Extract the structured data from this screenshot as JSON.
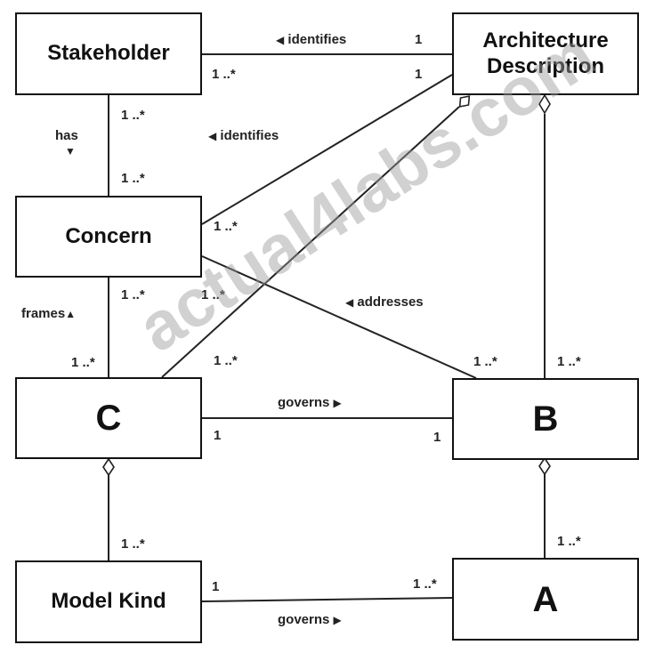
{
  "boxes": {
    "stakeholder": "Stakeholder",
    "architecture_description_line1": "Architecture",
    "architecture_description_line2": "Description",
    "concern": "Concern",
    "c": "C",
    "b": "B",
    "model_kind": "Model Kind",
    "a": "A"
  },
  "labels": {
    "identifies_top": "identifies",
    "identifies_mid": "identifies",
    "has": "has",
    "frames": "frames",
    "addresses": "addresses",
    "governs_cb": "governs",
    "governs_mka": "governs"
  },
  "multiplicities": {
    "sh_ad_ad": "1",
    "sh_ad_sh": "1 ..*",
    "concern_ad_ad": "1",
    "sh_has_top": "1 ..*",
    "sh_has_bottom": "1 ..*",
    "concern_ad_concern": "1 ..*",
    "frames_top": "1 ..*",
    "frames_bottom": "1 ..*",
    "addresses_concern": "1 ..*",
    "c_ad": "1 ..*",
    "addresses_b": "1 ..*",
    "b_ad": "1 ..*",
    "governs_c": "1",
    "governs_b": "1",
    "c_mk": "1 ..*",
    "b_a": "1 ..*",
    "mk_a_mk": "1",
    "mk_a_a": "1 ..*"
  },
  "arrows": {
    "left": "◀",
    "right": "▶",
    "down": "▼",
    "up": "▲"
  },
  "watermark": "actual4labs.com"
}
